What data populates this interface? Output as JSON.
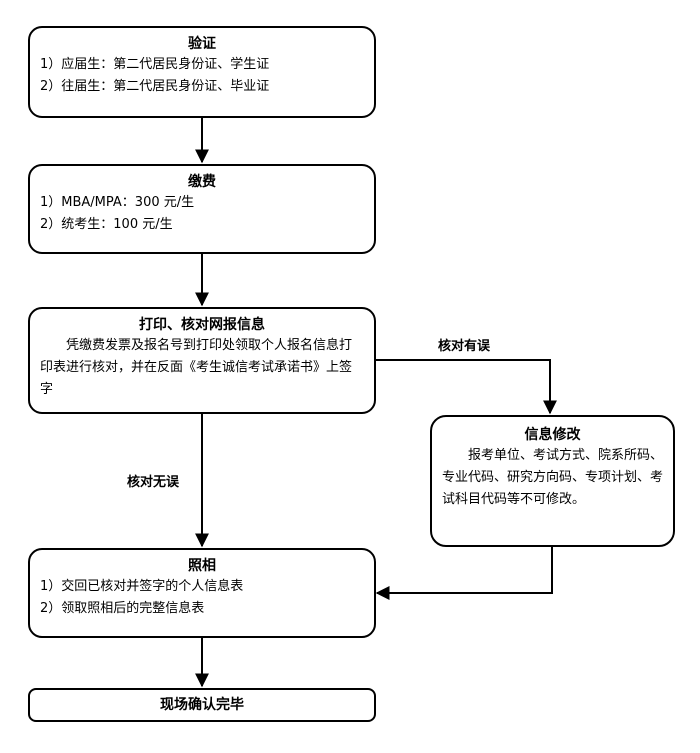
{
  "steps": {
    "verify": {
      "title": "验证",
      "lines": [
        "1）应届生：第二代居民身份证、学生证",
        "2）往届生：第二代居民身份证、毕业证"
      ]
    },
    "payment": {
      "title": "缴费",
      "lines": [
        "1）MBA/MPA：300 元/生",
        "2）统考生：100 元/生"
      ]
    },
    "print": {
      "title": "打印、核对网报信息",
      "text": "凭缴费发票及报名号到打印处领取个人报名信息打印表进行核对，并在反面《考生诚信考试承诺书》上签字"
    },
    "modify": {
      "title": "信息修改",
      "text": "报考单位、考试方式、院系所码、专业代码、研究方向码、专项计划、考试科目代码等不可修改。"
    },
    "photo": {
      "title": "照相",
      "lines": [
        "1）交回已核对并签字的个人信息表",
        "2）领取照相后的完整信息表"
      ]
    },
    "done": {
      "title": "现场确认完毕"
    }
  },
  "edges": {
    "error_label": "核对有误",
    "ok_label": "核对无误"
  }
}
